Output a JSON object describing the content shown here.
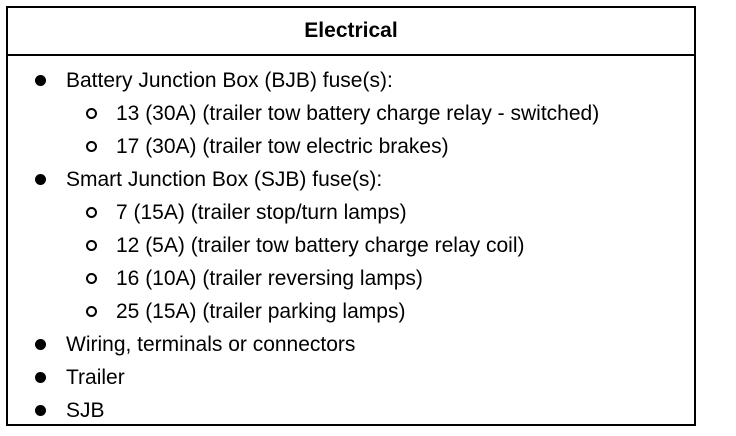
{
  "section": {
    "title": "Electrical"
  },
  "items": [
    {
      "level": 1,
      "text": "Battery Junction Box (BJB) fuse(s):"
    },
    {
      "level": 2,
      "text": "13 (30A) (trailer tow battery charge relay - switched)"
    },
    {
      "level": 2,
      "text": "17 (30A) (trailer tow electric brakes)"
    },
    {
      "level": 1,
      "text": "Smart Junction Box (SJB) fuse(s):"
    },
    {
      "level": 2,
      "text": "7 (15A) (trailer stop/turn lamps)"
    },
    {
      "level": 2,
      "text": "12 (5A) (trailer tow battery charge relay coil)"
    },
    {
      "level": 2,
      "text": "16 (10A) (trailer reversing lamps)"
    },
    {
      "level": 2,
      "text": "25 (15A) (trailer parking lamps)"
    },
    {
      "level": 1,
      "text": "Wiring, terminals or connectors"
    },
    {
      "level": 1,
      "text": "Trailer"
    },
    {
      "level": 1,
      "text": "SJB"
    }
  ],
  "icons": {
    "level1": "filled-bullet-icon",
    "level2": "hollow-bullet-icon"
  }
}
